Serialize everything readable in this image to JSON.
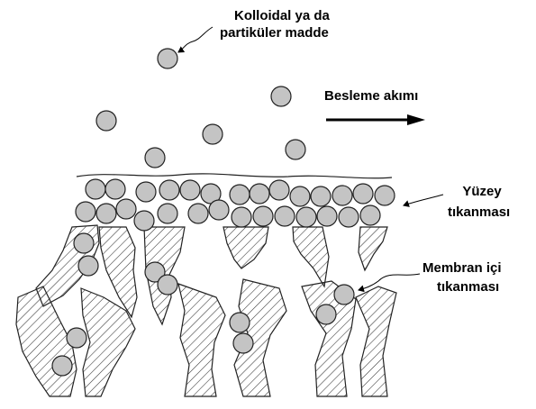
{
  "labels": {
    "colloidal_line1": "Kolloidal ya da",
    "colloidal_line2": "partiküler madde",
    "feed_flow": "Besleme akımı",
    "surface_fouling_line1": "Yüzey",
    "surface_fouling_line2": "tıkanması",
    "pore_fouling_line1": "Membran içi",
    "pore_fouling_line2": "tıkanması"
  },
  "colors": {
    "particle_fill": "#c4c4c4",
    "stroke": "#222222",
    "hatch": "#333333"
  }
}
